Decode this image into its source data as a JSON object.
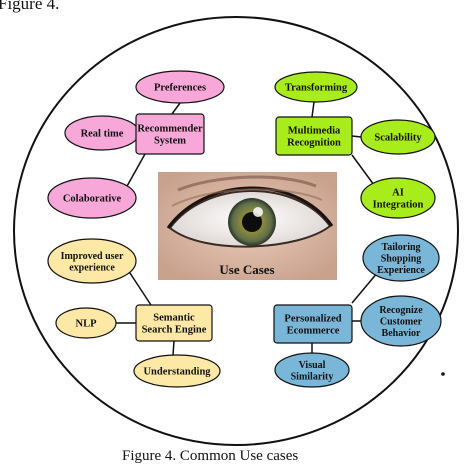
{
  "top_caption": "Figure 4.",
  "bottom_caption": "Figure 4. Common Use cases",
  "center": {
    "label": "Use Cases"
  },
  "colors": {
    "pink": "#f7a8d8",
    "green": "#a8ec1c",
    "yellow": "#fde8a6",
    "blue": "#7ab6d8",
    "outline": "#111111",
    "line": "#111111"
  },
  "nodes": {
    "preferences": [
      "Preferences"
    ],
    "real_time": [
      "Real time"
    ],
    "recommender": [
      "Recommender",
      "System"
    ],
    "colaborative": [
      "Colaborative"
    ],
    "transforming": [
      "Transforming"
    ],
    "multimedia": [
      "Multimedia",
      "Recognition"
    ],
    "scalability": [
      "Scalability"
    ],
    "ai_integration": [
      "AI",
      "Integration"
    ],
    "improved_ux": [
      "Improved user",
      "experience"
    ],
    "nlp": [
      "NLP"
    ],
    "semantic": [
      "Semantic",
      "Search Engine"
    ],
    "understanding": [
      "Understanding"
    ],
    "tailoring": [
      "Tailoring",
      "Shopping",
      "Experience"
    ],
    "personalized": [
      "Personalized",
      "Ecommerce"
    ],
    "recognize": [
      "Recognize",
      "Customer",
      "Behavior"
    ],
    "visual": [
      "Visual",
      "Similarity"
    ]
  }
}
